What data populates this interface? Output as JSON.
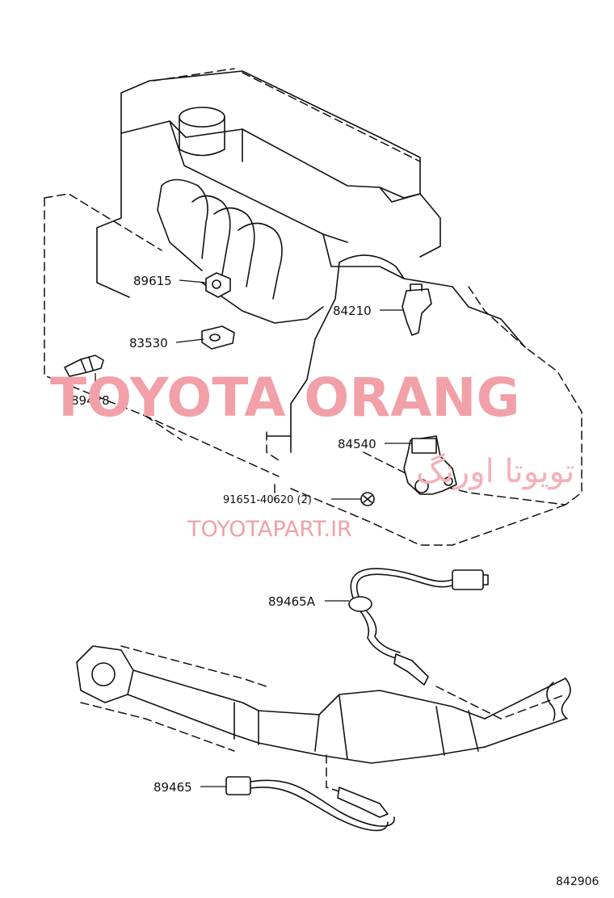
{
  "callouts": {
    "p89615": "89615",
    "p83530": "83530",
    "p89428": "89428",
    "p84210": "84210",
    "p84540": "84540",
    "p91651": "91651-40620 (2)",
    "p89465a": "89465A",
    "p89465": "89465"
  },
  "watermark": {
    "brand": "TOYOTA ORANG",
    "persian": "تویوتا اورنگ",
    "site": "TOYOTAPART.IR"
  },
  "figure_code": "842906",
  "colors": {
    "lines": "#111111",
    "watermark": "#f2a0a8"
  }
}
